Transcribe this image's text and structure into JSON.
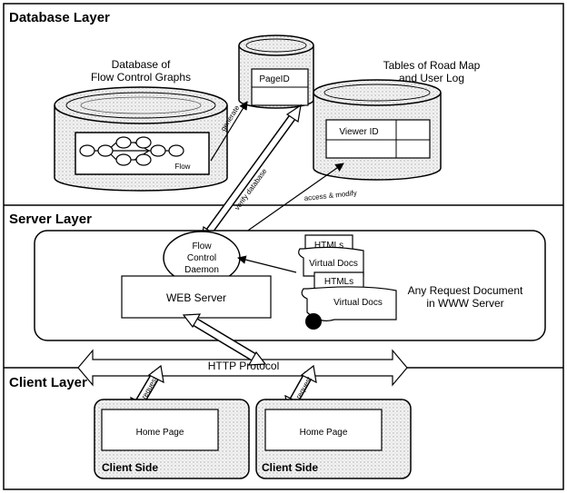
{
  "layers": {
    "database": "Database Layer",
    "server": "Server Layer",
    "client": "Client Layer"
  },
  "database": {
    "flow_graphs_line1": "Database of",
    "flow_graphs_line2": "Flow Control Graphs",
    "flow_label": "Flow",
    "page_id": "PageID",
    "road_map_line1": "Tables of Road Map",
    "road_map_line2": "and User Log",
    "viewer_id": "Viewer ID"
  },
  "arrows": {
    "generate": "generate",
    "verify_database": "verify database",
    "access_modify": "access & modify",
    "request": "request"
  },
  "server": {
    "daemon_line1": "Flow",
    "daemon_line2": "Control",
    "daemon_line3": "Daemon",
    "web_server": "WEB Server",
    "docs": [
      "HTMLs",
      "Virtual Docs",
      "HTMLs",
      "Virtual Docs"
    ],
    "request_doc_line1": "Any Request Document",
    "request_doc_line2": "in WWW Server",
    "http_protocol": "HTTP Protocol"
  },
  "clients": [
    {
      "home_page": "Home Page",
      "side": "Client Side"
    },
    {
      "home_page": "Home Page",
      "side": "Client Side"
    }
  ]
}
